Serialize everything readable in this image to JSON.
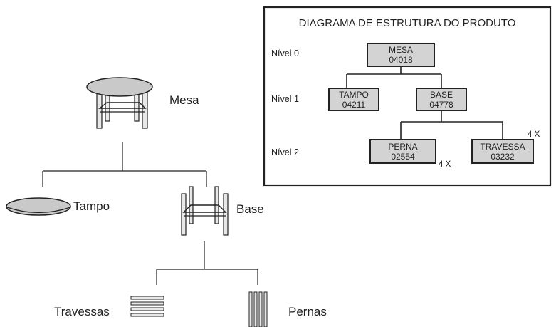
{
  "illustration": {
    "root_label": "Mesa",
    "tampo_label": "Tampo",
    "base_label": "Base",
    "travessas_label": "Travessas",
    "pernas_label": "Pernas"
  },
  "bom": {
    "title": "DIAGRAMA DE ESTRUTURA DO PRODUTO",
    "levels": [
      "Nível 0",
      "Nível 1",
      "Nível 2"
    ],
    "nodes": {
      "mesa": {
        "name": "MESA",
        "code": "04018"
      },
      "tampo": {
        "name": "TAMPO",
        "code": "04211"
      },
      "base": {
        "name": "BASE",
        "code": "04778"
      },
      "perna": {
        "name": "PERNA",
        "code": "02554",
        "qty": "4 X"
      },
      "travessa": {
        "name": "TRAVESSA",
        "code": "03232",
        "qty": "4 X"
      }
    }
  },
  "colors": {
    "node_fill": "#d3d3d3",
    "tampo_fill": "#c9c9c9",
    "line": "#222222"
  }
}
